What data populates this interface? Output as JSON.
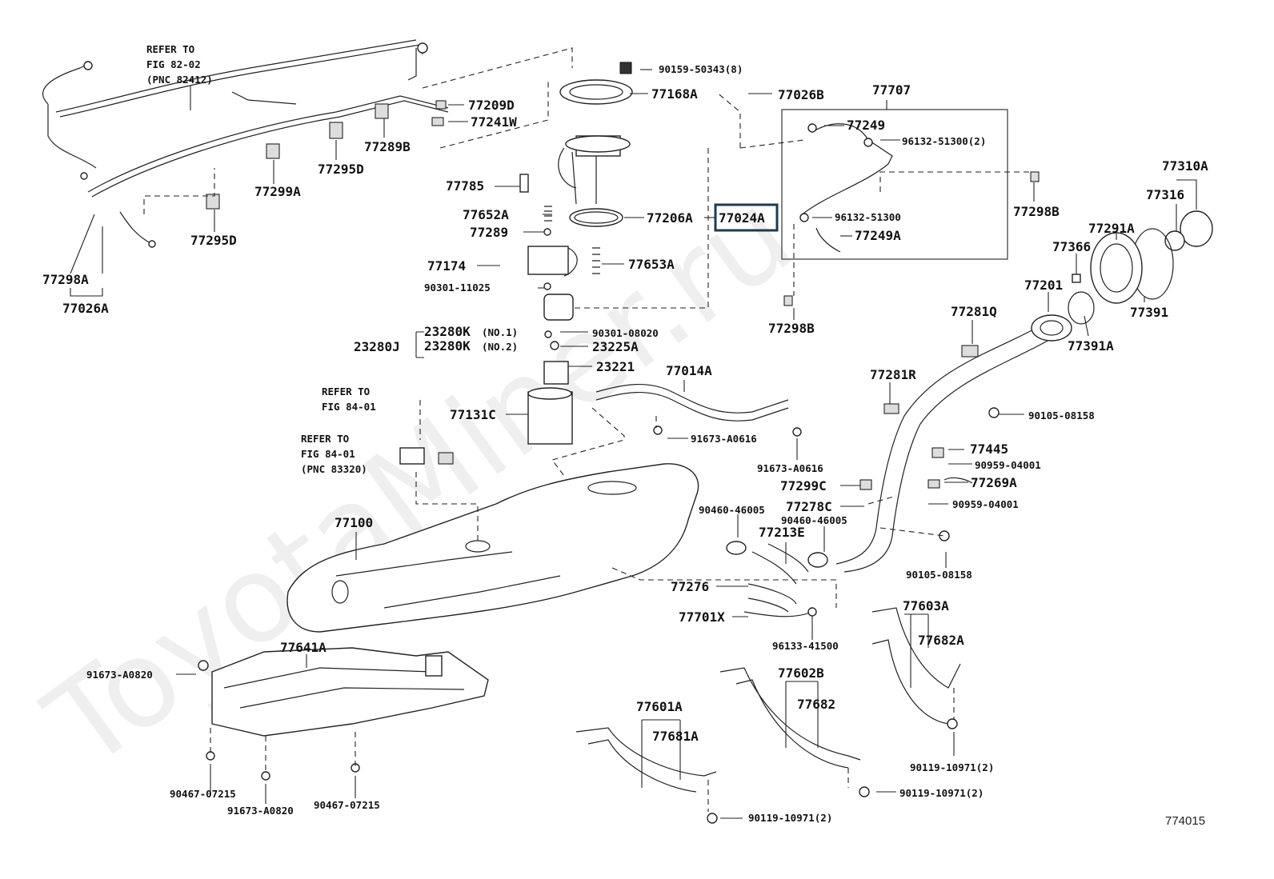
{
  "watermark": "ToyotaMiner.ru",
  "diagram_code": "774015",
  "refs": {
    "r1": [
      "REFER TO",
      "FIG 82-02",
      "(PNC 82412)"
    ],
    "r2": [
      "REFER TO",
      "FIG 84-01"
    ],
    "r3": [
      "REFER TO",
      "FIG 84-01",
      "(PNC 83320)"
    ]
  },
  "labels": {
    "l001": "90159-50343(8)",
    "l002": "77168A",
    "l003": "77026B",
    "l004": "77707",
    "l005": "77209D",
    "l006": "77241W",
    "l007": "77249",
    "l008": "96132-51300(2)",
    "l009": "77289B",
    "l010": "77295D",
    "l011": "77299A",
    "l012": "77785",
    "l013": "77298B",
    "l014": "77310A",
    "l015": "77316",
    "l016": "77652A",
    "l017": "77206A",
    "l018": "77024A",
    "l019": "96132-51300",
    "l020": "77249A",
    "l021": "77295D",
    "l022": "77289",
    "l023": "77291A",
    "l024": "77366",
    "l025": "77174",
    "l026": "77653A",
    "l027": "77298A",
    "l028": "90301-11025",
    "l029": "77201",
    "l030": "77391",
    "l031": "77026A",
    "l032": "77281Q",
    "l033": "23280K",
    "l034": "(NO.1)",
    "l035": "90301-08020",
    "l036": "77298B",
    "l037": "77391A",
    "l038": "23280J",
    "l039": "23280K",
    "l040": "(NO.2)",
    "l041": "23225A",
    "l042": "23221",
    "l043": "77014A",
    "l044": "77281R",
    "l045": "90105-08158",
    "l046": "77131C",
    "l047": "91673-A0616",
    "l048": "77445",
    "l049": "90959-04001",
    "l050": "91673-A0616",
    "l051": "77299C",
    "l052": "77269A",
    "l053": "90460-46005",
    "l054": "77278C",
    "l055": "90959-04001",
    "l056": "90460-46005",
    "l057": "77100",
    "l058": "77213E",
    "l059": "90105-08158",
    "l060": "77276",
    "l061": "77701X",
    "l062": "77603A",
    "l063": "96133-41500",
    "l064": "77682A",
    "l065": "77641A",
    "l066": "91673-A0820",
    "l067": "77602B",
    "l068": "77682",
    "l069": "77601A",
    "l070": "77681A",
    "l071": "90119-10971(2)",
    "l072": "90467-07215",
    "l073": "90119-10971(2)",
    "l074": "91673-A0820",
    "l075": "90467-07215",
    "l076": "90119-10971(2)"
  }
}
